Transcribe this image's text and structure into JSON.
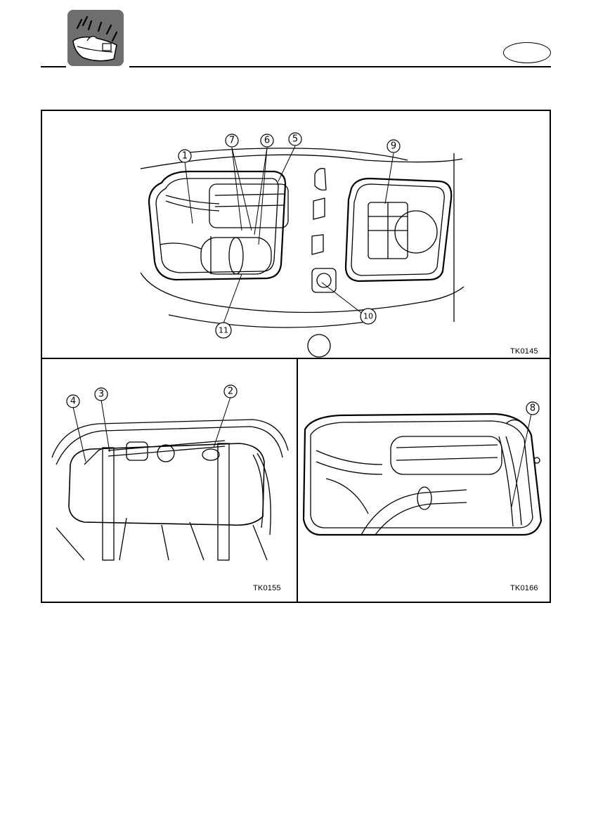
{
  "header": {
    "icon": "watercraft-inspection-icon",
    "lang_badge": ""
  },
  "figures": {
    "top": {
      "code": "TK0145",
      "callouts": [
        "1",
        "5",
        "6",
        "7",
        "9",
        "10",
        "11"
      ]
    },
    "bottom_left": {
      "code": "TK0155",
      "callouts": [
        "2",
        "3",
        "4"
      ]
    },
    "bottom_right": {
      "code": "TK0166",
      "callouts": [
        "8"
      ]
    }
  }
}
